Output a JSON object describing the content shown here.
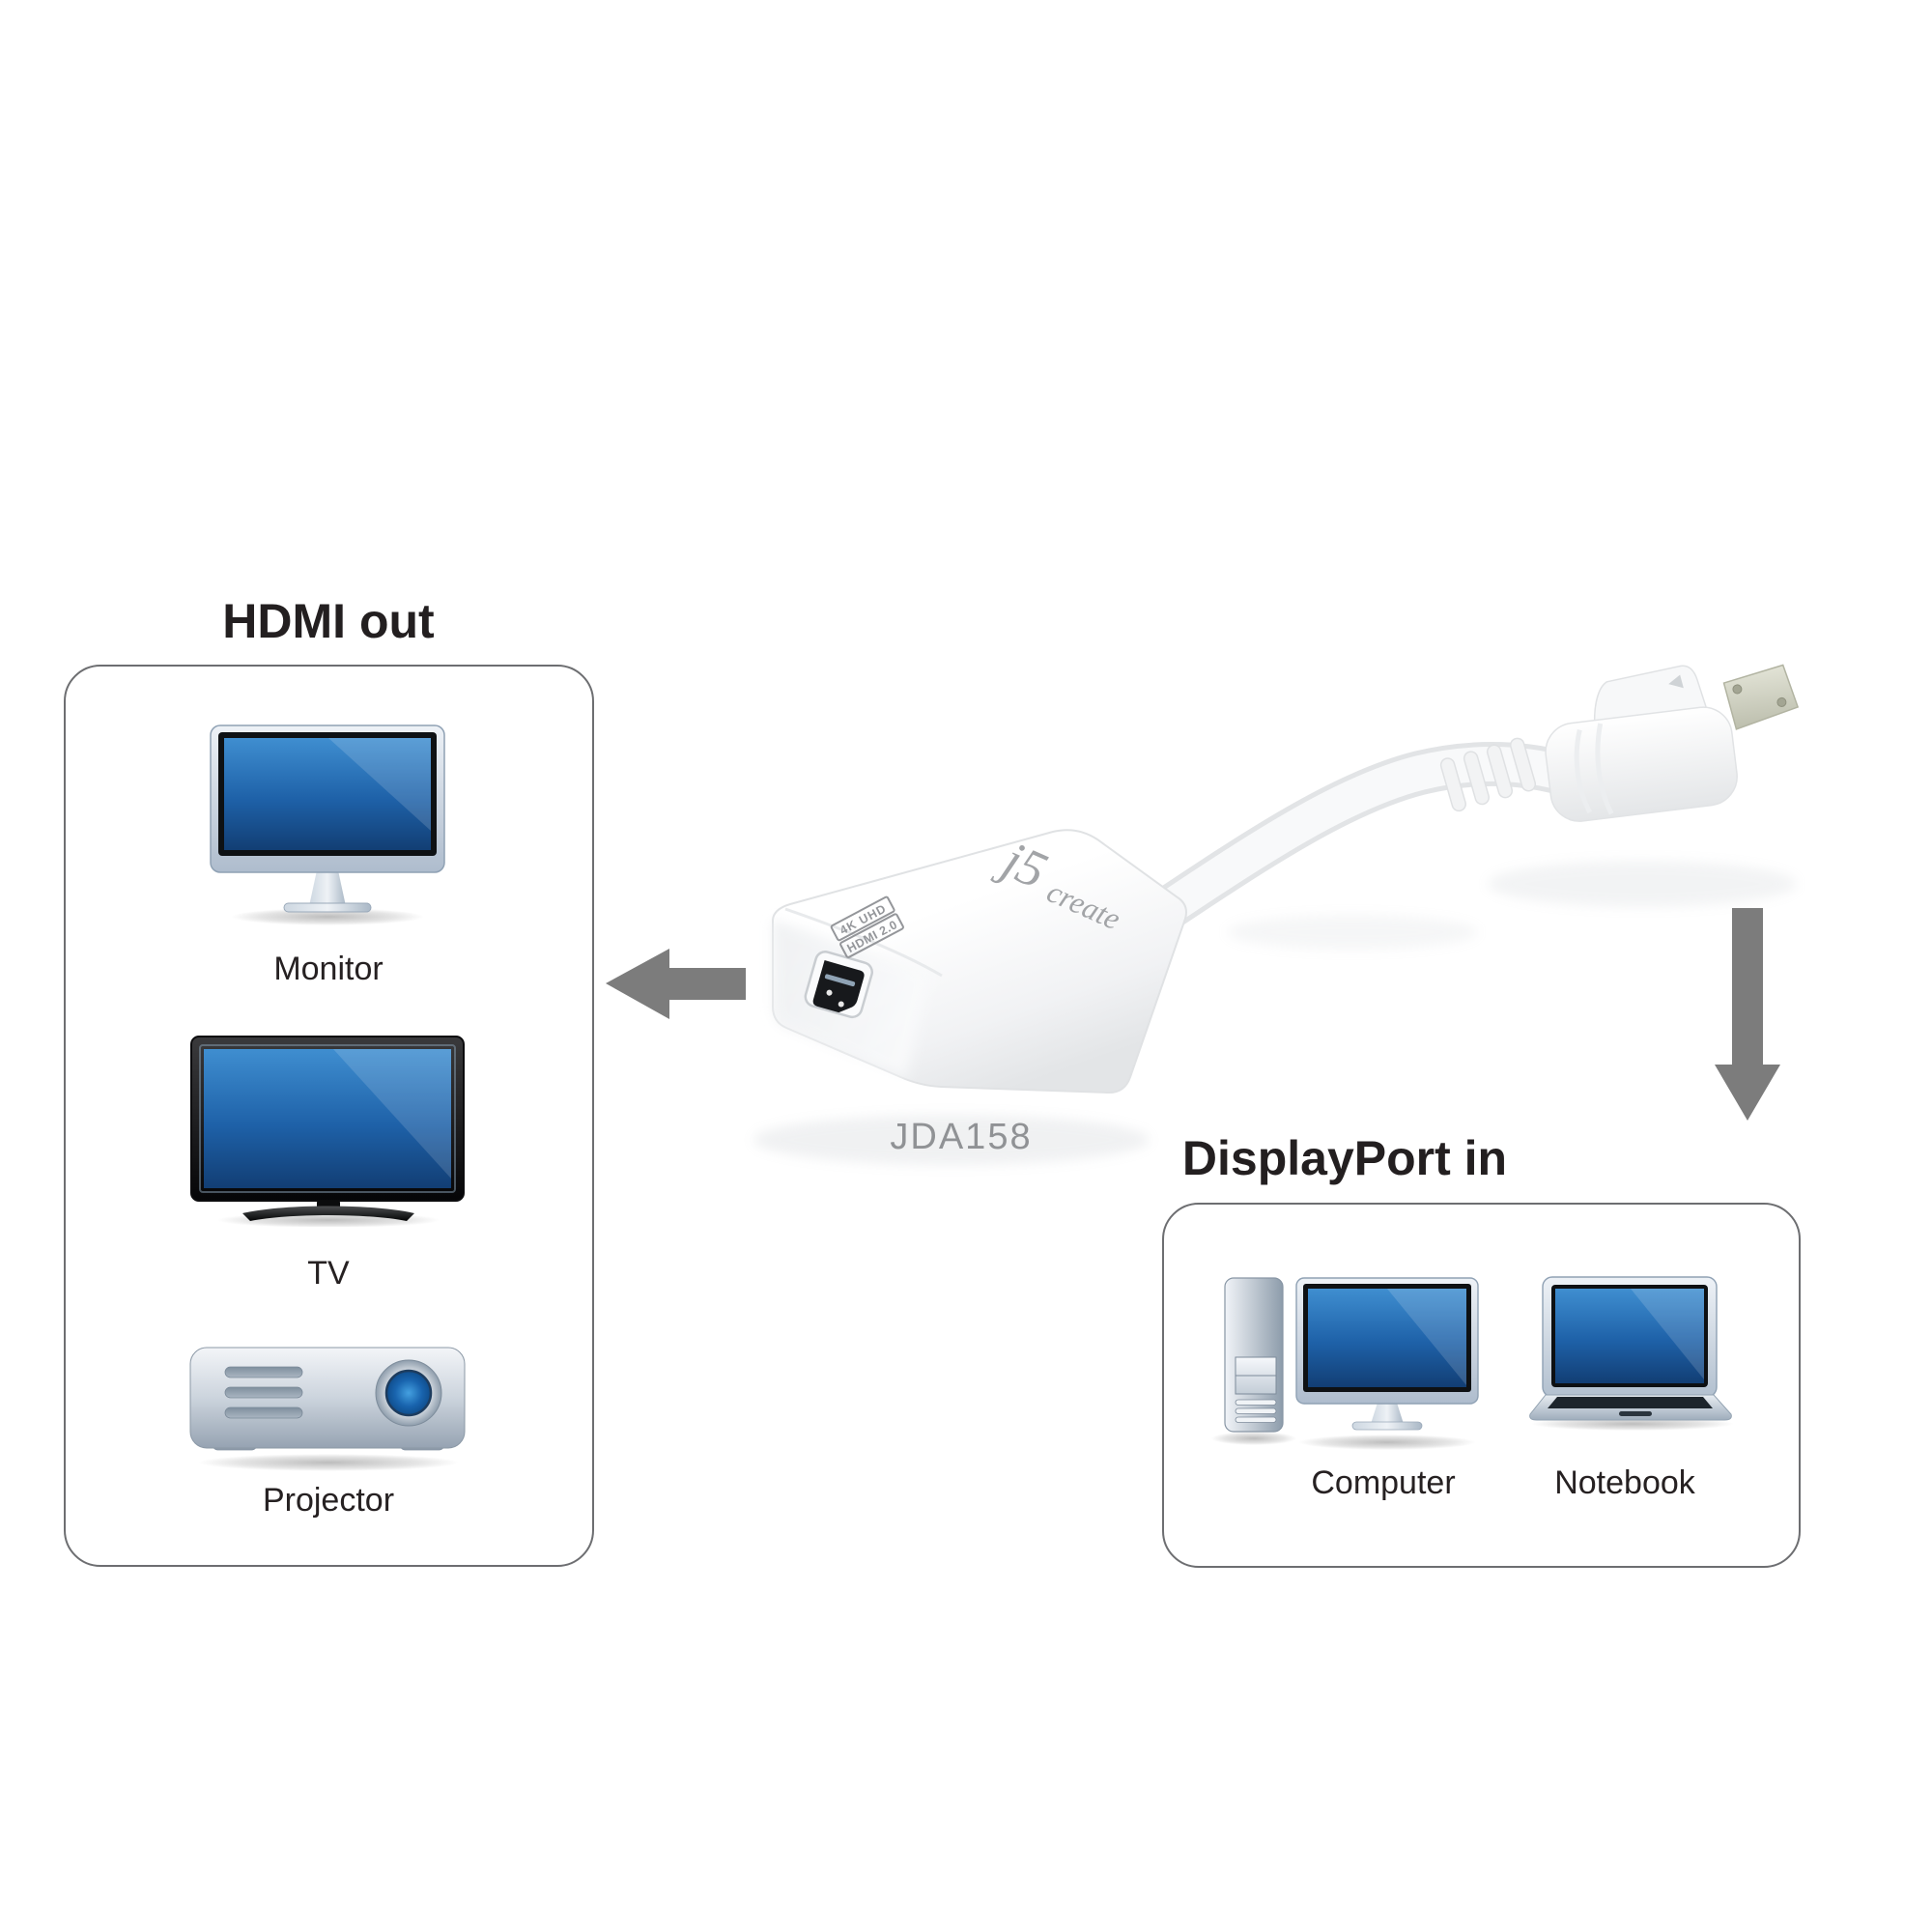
{
  "page": {
    "background": "#ffffff"
  },
  "product": {
    "model": "JDA158",
    "logo_j5": "j5",
    "logo_create": "create",
    "badge_line1": "4K UHD",
    "badge_line2": "HDMI 2.0"
  },
  "sections": {
    "hdmi_out": {
      "title": "HDMI out",
      "items": [
        {
          "label": "Monitor"
        },
        {
          "label": "TV"
        },
        {
          "label": "Projector"
        }
      ]
    },
    "displayport_in": {
      "title": "DisplayPort in",
      "items": [
        {
          "label": "Computer"
        },
        {
          "label": "Notebook"
        }
      ]
    }
  },
  "icons": [
    "monitor-icon",
    "tv-icon",
    "projector-icon",
    "computer-icon",
    "notebook-icon",
    "adapter-illustration",
    "displayport-plug-icon",
    "hdmi-port-icon",
    "left-arrow-icon",
    "down-arrow-icon"
  ],
  "colors": {
    "title_text": "#231f20",
    "label_text": "#262122",
    "model_text": "#909295",
    "box_border": "#6d6e71",
    "arrow_gray": "#7c7c7c",
    "screen_blue_top": "#3f8ed0",
    "screen_blue_bottom": "#123e74",
    "device_silver": "#b2c0cf",
    "tv_frame_black": "#0b0b0d",
    "adapter_white": "#ffffff",
    "connector_metal": "#d5d6c6"
  }
}
